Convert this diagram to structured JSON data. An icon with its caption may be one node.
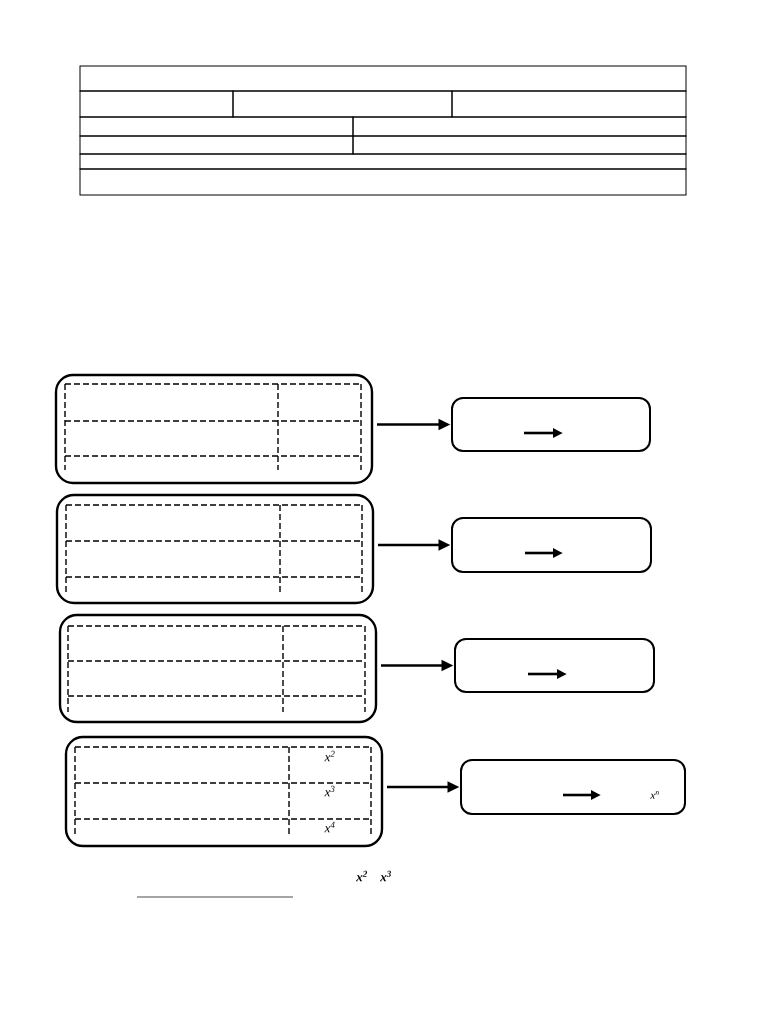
{
  "diagram": {
    "nodes": [
      {
        "text": [],
        "shape": "box"
      },
      {
        "text": [],
        "shape": "box"
      },
      {
        "text": [],
        "shape": "box"
      },
      {
        "text": [],
        "shape": "box"
      },
      {
        "text": [],
        "shape": "box"
      },
      {
        "text": [],
        "shape": "box"
      },
      {
        "text": [
          "x$^{2}$",
          "x$^{3}$",
          "x$^{4}$"
        ]
      },
      {
        "text": [
          "x$^{n}$"
        ]
      }
    ],
    "edges": [
      {
        "from": 0,
        "to": 1,
        "arrow": "to"
      },
      {
        "from": 2,
        "to": 3,
        "arrow": "to"
      },
      {
        "from": 4,
        "to": 5,
        "arrow": "to"
      },
      {
        "from": 6,
        "to": 7,
        "arrow": "to"
      }
    ],
    "labels": [
      "x$^{2}$",
      "x$^{3}$"
    ]
  }
}
